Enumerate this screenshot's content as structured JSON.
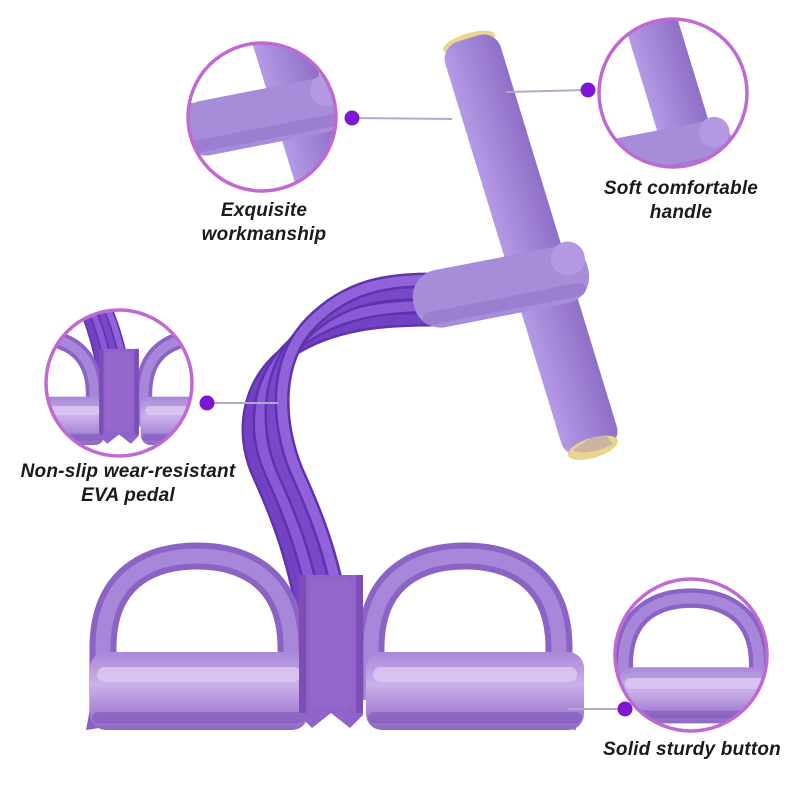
{
  "callouts": [
    {
      "id": "workmanship",
      "line1": "Exquisite",
      "line2": "workmanship"
    },
    {
      "id": "handle",
      "line1": "Soft comfortable",
      "line2": "handle"
    },
    {
      "id": "pedal",
      "line1": "Non-slip wear-resistant",
      "line2": "EVA pedal"
    },
    {
      "id": "button",
      "line1": "Solid sturdy button",
      "line2": ""
    }
  ],
  "colors": {
    "background": "#ffffff",
    "circle_border": "#c169d2",
    "leader_line": "#b5a8c7",
    "leader_dot": "#7e17d3",
    "label_text": "#1b1b1b",
    "product_purple": "#9b7ace",
    "tube_purple": "#7b4ccd",
    "handle_cap_yellow": "#e9d68c"
  }
}
